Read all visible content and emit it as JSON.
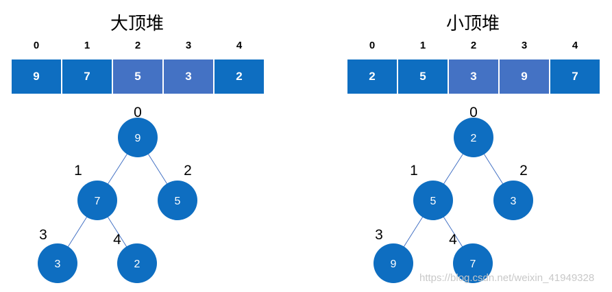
{
  "left": {
    "title": "大顶堆",
    "indices": [
      "0",
      "1",
      "2",
      "3",
      "4"
    ],
    "array": [
      "9",
      "7",
      "5",
      "3",
      "2"
    ],
    "tree": {
      "nodes": [
        {
          "index": "0",
          "value": "9"
        },
        {
          "index": "1",
          "value": "7"
        },
        {
          "index": "2",
          "value": "5"
        },
        {
          "index": "3",
          "value": "3"
        },
        {
          "index": "4",
          "value": "2"
        }
      ]
    }
  },
  "right": {
    "title": "小顶堆",
    "indices": [
      "0",
      "1",
      "2",
      "3",
      "4"
    ],
    "array": [
      "2",
      "5",
      "3",
      "9",
      "7"
    ],
    "tree": {
      "nodes": [
        {
          "index": "0",
          "value": "2"
        },
        {
          "index": "1",
          "value": "5"
        },
        {
          "index": "2",
          "value": "3"
        },
        {
          "index": "3",
          "value": "9"
        },
        {
          "index": "4",
          "value": "7"
        }
      ]
    }
  },
  "watermark": "https://blog.csdn.net/weixin_41949328",
  "colors": {
    "cell_dark": "#0e6ec1",
    "cell_highlight": "#4472c4",
    "node_fill": "#0e6ec1",
    "edge": "#4472c4"
  }
}
